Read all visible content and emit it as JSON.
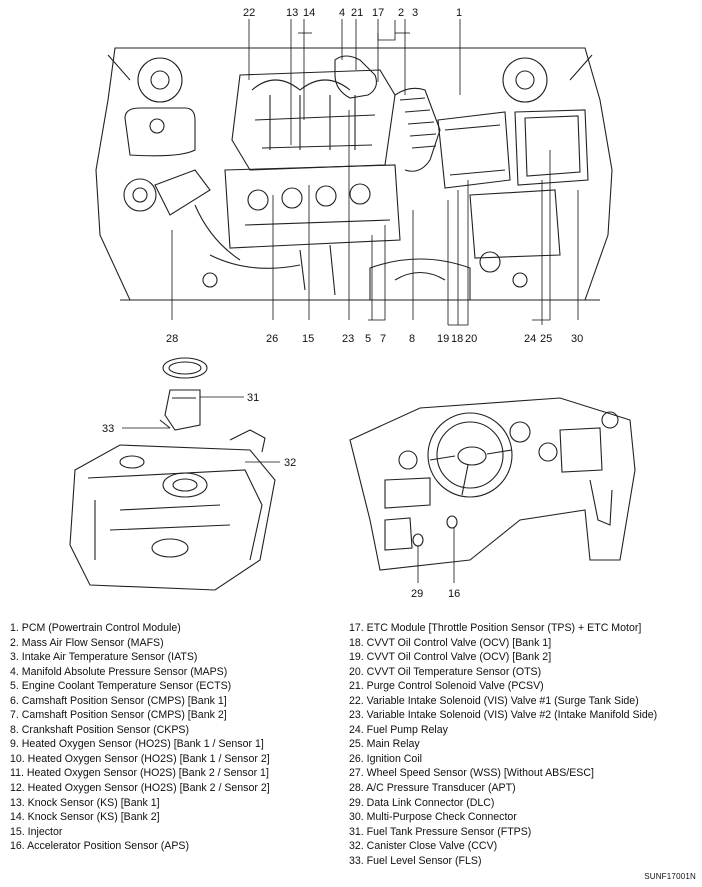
{
  "figure_code": "SUNF17001N",
  "callouts": {
    "engine_top": [
      "22",
      "13",
      "14",
      "4",
      "21",
      "17",
      "2",
      "3",
      "1"
    ],
    "engine_bottom": [
      "28",
      "26",
      "15",
      "23",
      "5",
      "7",
      "8",
      "19",
      "18",
      "20",
      "24",
      "25",
      "30"
    ],
    "fuel_tank": [
      "31",
      "33",
      "32"
    ],
    "dashboard": [
      "29",
      "16"
    ]
  },
  "legend": {
    "left": [
      "1. PCM (Powertrain Control Module)",
      "2. Mass Air Flow Sensor (MAFS)",
      "3. Intake Air Temperature Sensor (IATS)",
      "4. Manifold Absolute Pressure Sensor (MAPS)",
      "5. Engine Coolant Temperature Sensor (ECTS)",
      "6. Camshaft Position Sensor (CMPS) [Bank 1]",
      "7. Camshaft Position Sensor (CMPS) [Bank 2]",
      "8. Crankshaft Position Sensor (CKPS)",
      "9. Heated Oxygen Sensor (HO2S) [Bank 1 / Sensor 1]",
      "10. Heated Oxygen Sensor (HO2S) [Bank 1 / Sensor 2]",
      "11. Heated Oxygen Sensor (HO2S) [Bank 2 / Sensor 1]",
      "12. Heated Oxygen Sensor (HO2S) [Bank 2 / Sensor 2]",
      "13. Knock Sensor (KS) [Bank 1]",
      "14. Knock Sensor (KS) [Bank 2]",
      "15. Injector",
      "16. Accelerator Position Sensor (APS)"
    ],
    "right": [
      "17. ETC Module [Throttle Position Sensor (TPS) + ETC Motor]",
      "18. CVVT Oil Control Valve (OCV) [Bank 1]",
      "19. CVVT Oil Control Valve (OCV) [Bank 2]",
      "20. CVVT Oil Temperature Sensor (OTS)",
      "21. Purge Control Solenoid Valve (PCSV)",
      "22. Variable Intake Solenoid (VIS) Valve #1 (Surge Tank Side)",
      "23. Variable Intake Solenoid (VIS) Valve #2 (Intake Manifold Side)",
      "24. Fuel Pump Relay",
      "25. Main Relay",
      "26. Ignition Coil",
      "27. Wheel Speed Sensor (WSS) [Without ABS/ESC]",
      "28. A/C Pressure Transducer (APT)",
      "29. Data Link Connector (DLC)",
      "30. Multi-Purpose Check Connector",
      "31. Fuel Tank Pressure Sensor (FTPS)",
      "32. Canister Close Valve (CCV)",
      "33. Fuel Level Sensor (FLS)"
    ]
  }
}
